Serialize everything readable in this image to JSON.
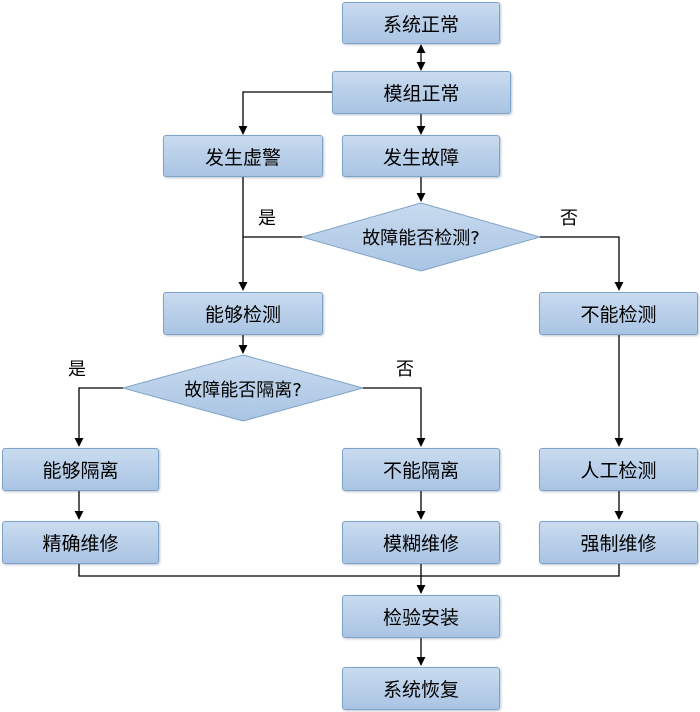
{
  "nodes": {
    "system_normal": "系统正常",
    "module_normal": "模组正常",
    "false_alarm": "发生虚警",
    "fault_occurs": "发生故障",
    "can_detect": "能够检测",
    "cannot_detect": "不能检测",
    "can_isolate": "能够隔离",
    "cannot_isolate": "不能隔离",
    "manual_detect": "人工检测",
    "precise_repair": "精确维修",
    "fuzzy_repair": "模糊维修",
    "forced_repair": "强制维修",
    "inspect_install": "检验安装",
    "system_restore": "系统恢复"
  },
  "decisions": {
    "can_detect_q": "故障能否检测?",
    "can_isolate_q": "故障能否隔离?"
  },
  "edge_labels": {
    "yes_detect": "是",
    "no_detect": "否",
    "yes_isolate": "是",
    "no_isolate": "否"
  },
  "colors": {
    "box_fill_top": "#c9dbef",
    "box_fill_bottom": "#a9c4e3",
    "box_border": "#7fa3c8",
    "diamond_fill": "#a9c4e3",
    "line": "#000000"
  }
}
